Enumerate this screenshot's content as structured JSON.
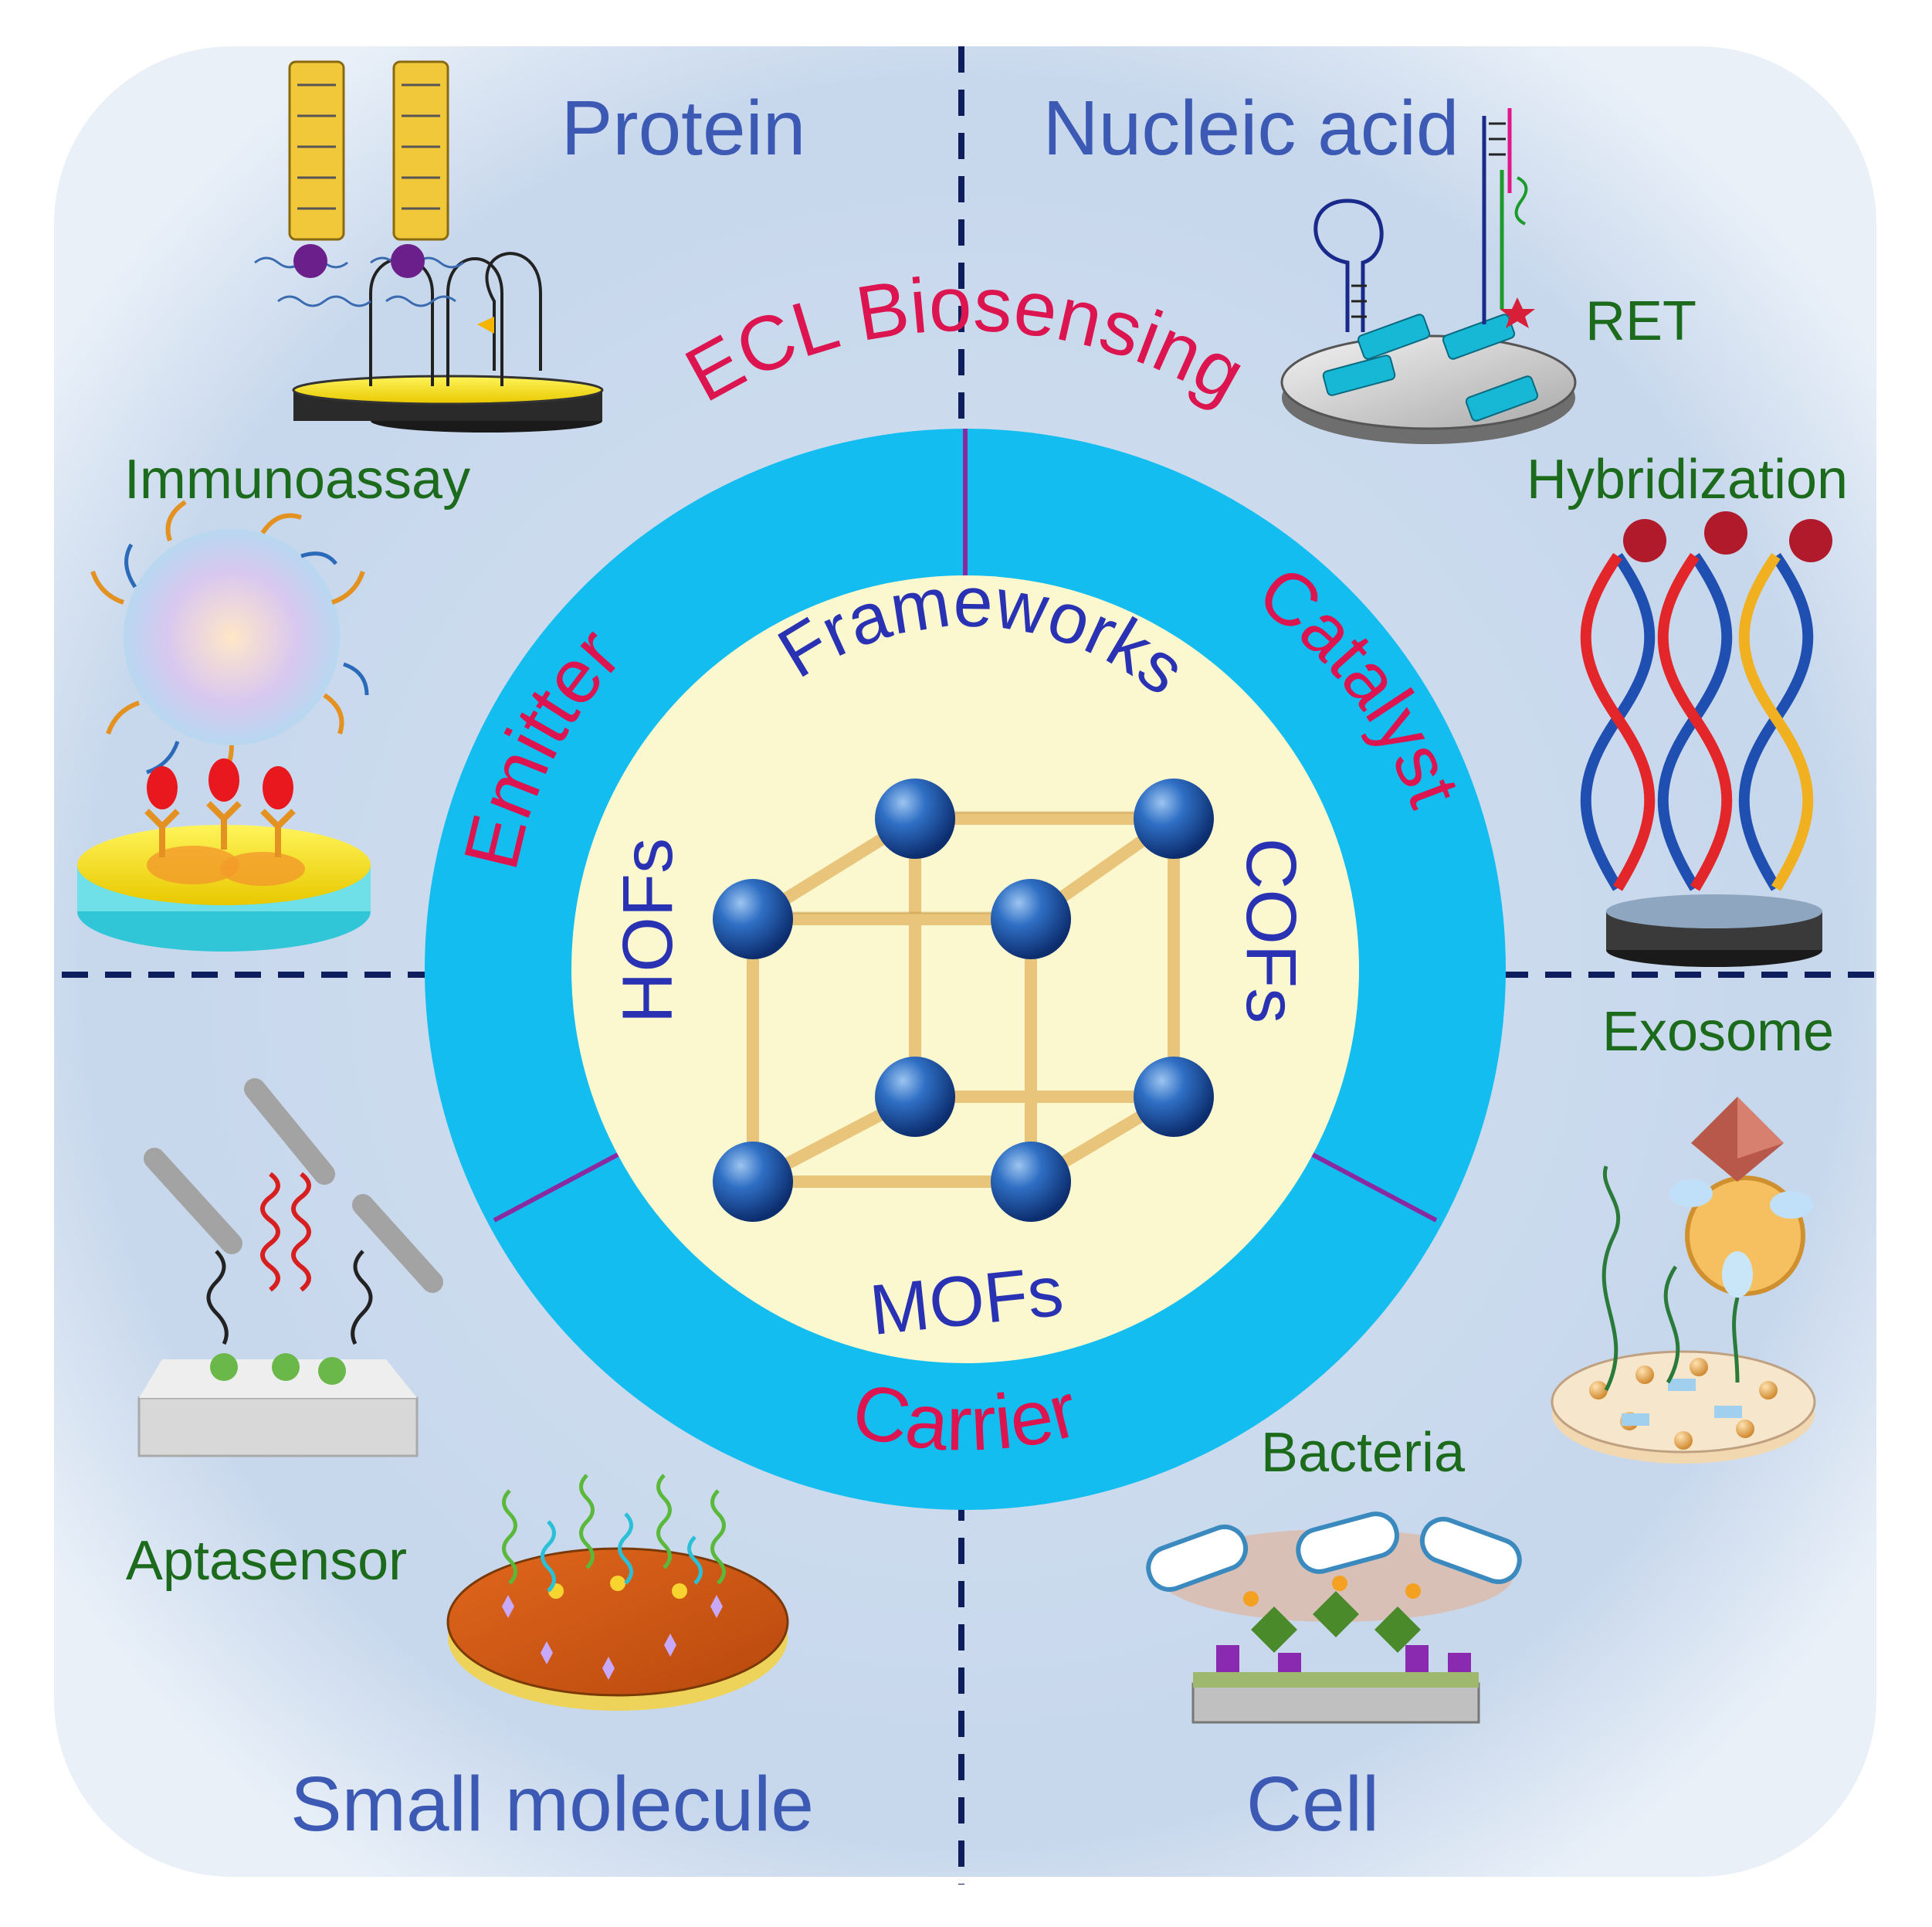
{
  "quadrants": {
    "top_left": {
      "title": "Protein",
      "labels": [
        "Immunoassay"
      ]
    },
    "top_right": {
      "title": "Nucleic acid",
      "labels": [
        "RET",
        "Hybridization"
      ]
    },
    "bottom_left": {
      "title": "Small molecule",
      "labels": [
        "Aptasensor"
      ]
    },
    "bottom_right": {
      "title": "Cell",
      "labels": [
        "Exosome",
        "Bacteria"
      ]
    }
  },
  "ring": {
    "title": "ECL Biosensing",
    "roles": {
      "emitter": "Emitter",
      "catalyst": "Catalyst",
      "carrier": "Carrier"
    }
  },
  "core": {
    "title": "Frameworks",
    "types": {
      "hofs": "HOFs",
      "cofs": "COFs",
      "mofs": "MOFs"
    }
  },
  "colors": {
    "background": "#cfddee",
    "ring": "#14bdf0",
    "core": "#fbf7cf",
    "quadrant_title": "#3c5ab4",
    "method_label": "#1c6a1c",
    "ring_text": "#dc1450",
    "core_text": "#2a32b4",
    "divider": "#0e1e5c",
    "sphere": "#1f5db0",
    "rod": "#e8c57a"
  },
  "icons": [
    "cube-framework-icon",
    "dna-helix-icon",
    "electrode-icon",
    "nanoparticle-icon",
    "bacteria-icon",
    "exosome-icon"
  ]
}
